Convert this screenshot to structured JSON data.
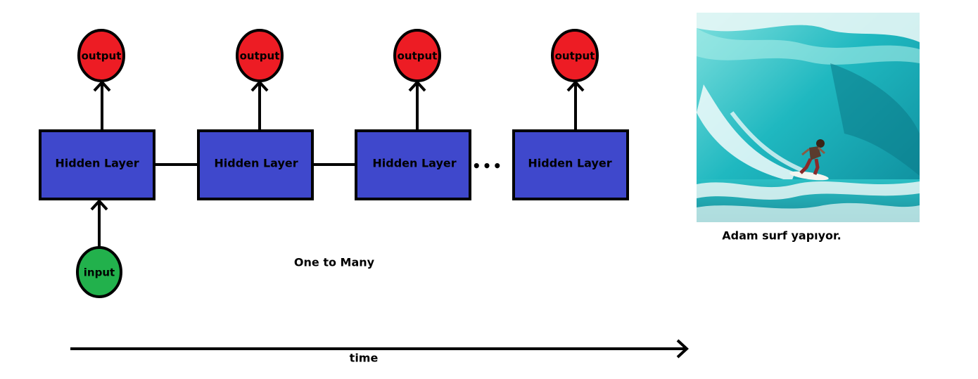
{
  "diagram": {
    "hidden_layer_label": "Hidden Layer",
    "output_label": "output",
    "input_label": "input",
    "ellipsis": "•••",
    "title": "One to Many",
    "time_label": "time",
    "image_caption": "Adam surf yapıyor.",
    "colors": {
      "hidden_layer": "#3f48cc",
      "output_node": "#ed1c24",
      "input_node": "#22b14c",
      "stroke": "#000000"
    }
  }
}
